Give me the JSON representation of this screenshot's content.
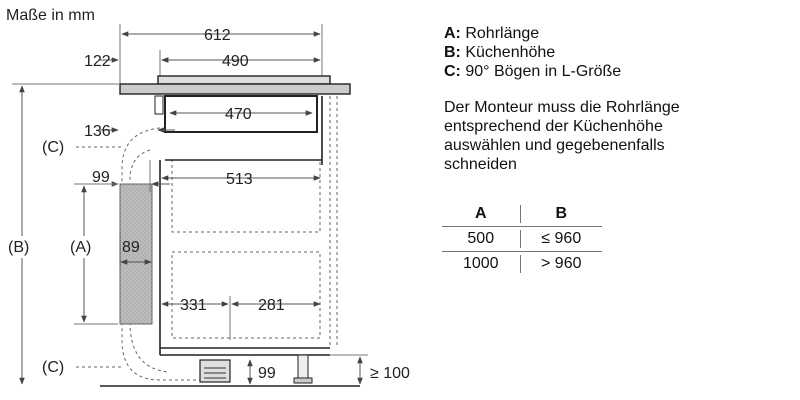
{
  "unit_label": "Maße in mm",
  "dimensions": {
    "d612": "612",
    "d122": "122",
    "d490": "490",
    "d470": "470",
    "d136": "136",
    "d99_top": "99",
    "d513": "513",
    "d89": "89",
    "d331": "331",
    "d281": "281",
    "d99_bottom": "99",
    "d100": "≥ 100"
  },
  "callouts": {
    "c_top": "(C)",
    "c_bottom": "(C)",
    "a": "(A)",
    "b": "(B)"
  },
  "legend": [
    {
      "key": "A:",
      "text": " Rohrlänge"
    },
    {
      "key": "B:",
      "text": " Küchenhöhe"
    },
    {
      "key": "C:",
      "text": " 90° Bögen in L-Größe"
    }
  ],
  "note": [
    "Der Monteur muss die Rohrlänge",
    "entsprechend der Küchenhöhe",
    "auswählen und gegebenenfalls",
    "schneiden"
  ],
  "table": {
    "headers": [
      "A",
      "B"
    ],
    "rows": [
      [
        "500",
        "≤ 960"
      ],
      [
        "1000",
        "> 960"
      ]
    ]
  },
  "colors": {
    "shaded": "#b9b9b9",
    "line": "#222222"
  }
}
